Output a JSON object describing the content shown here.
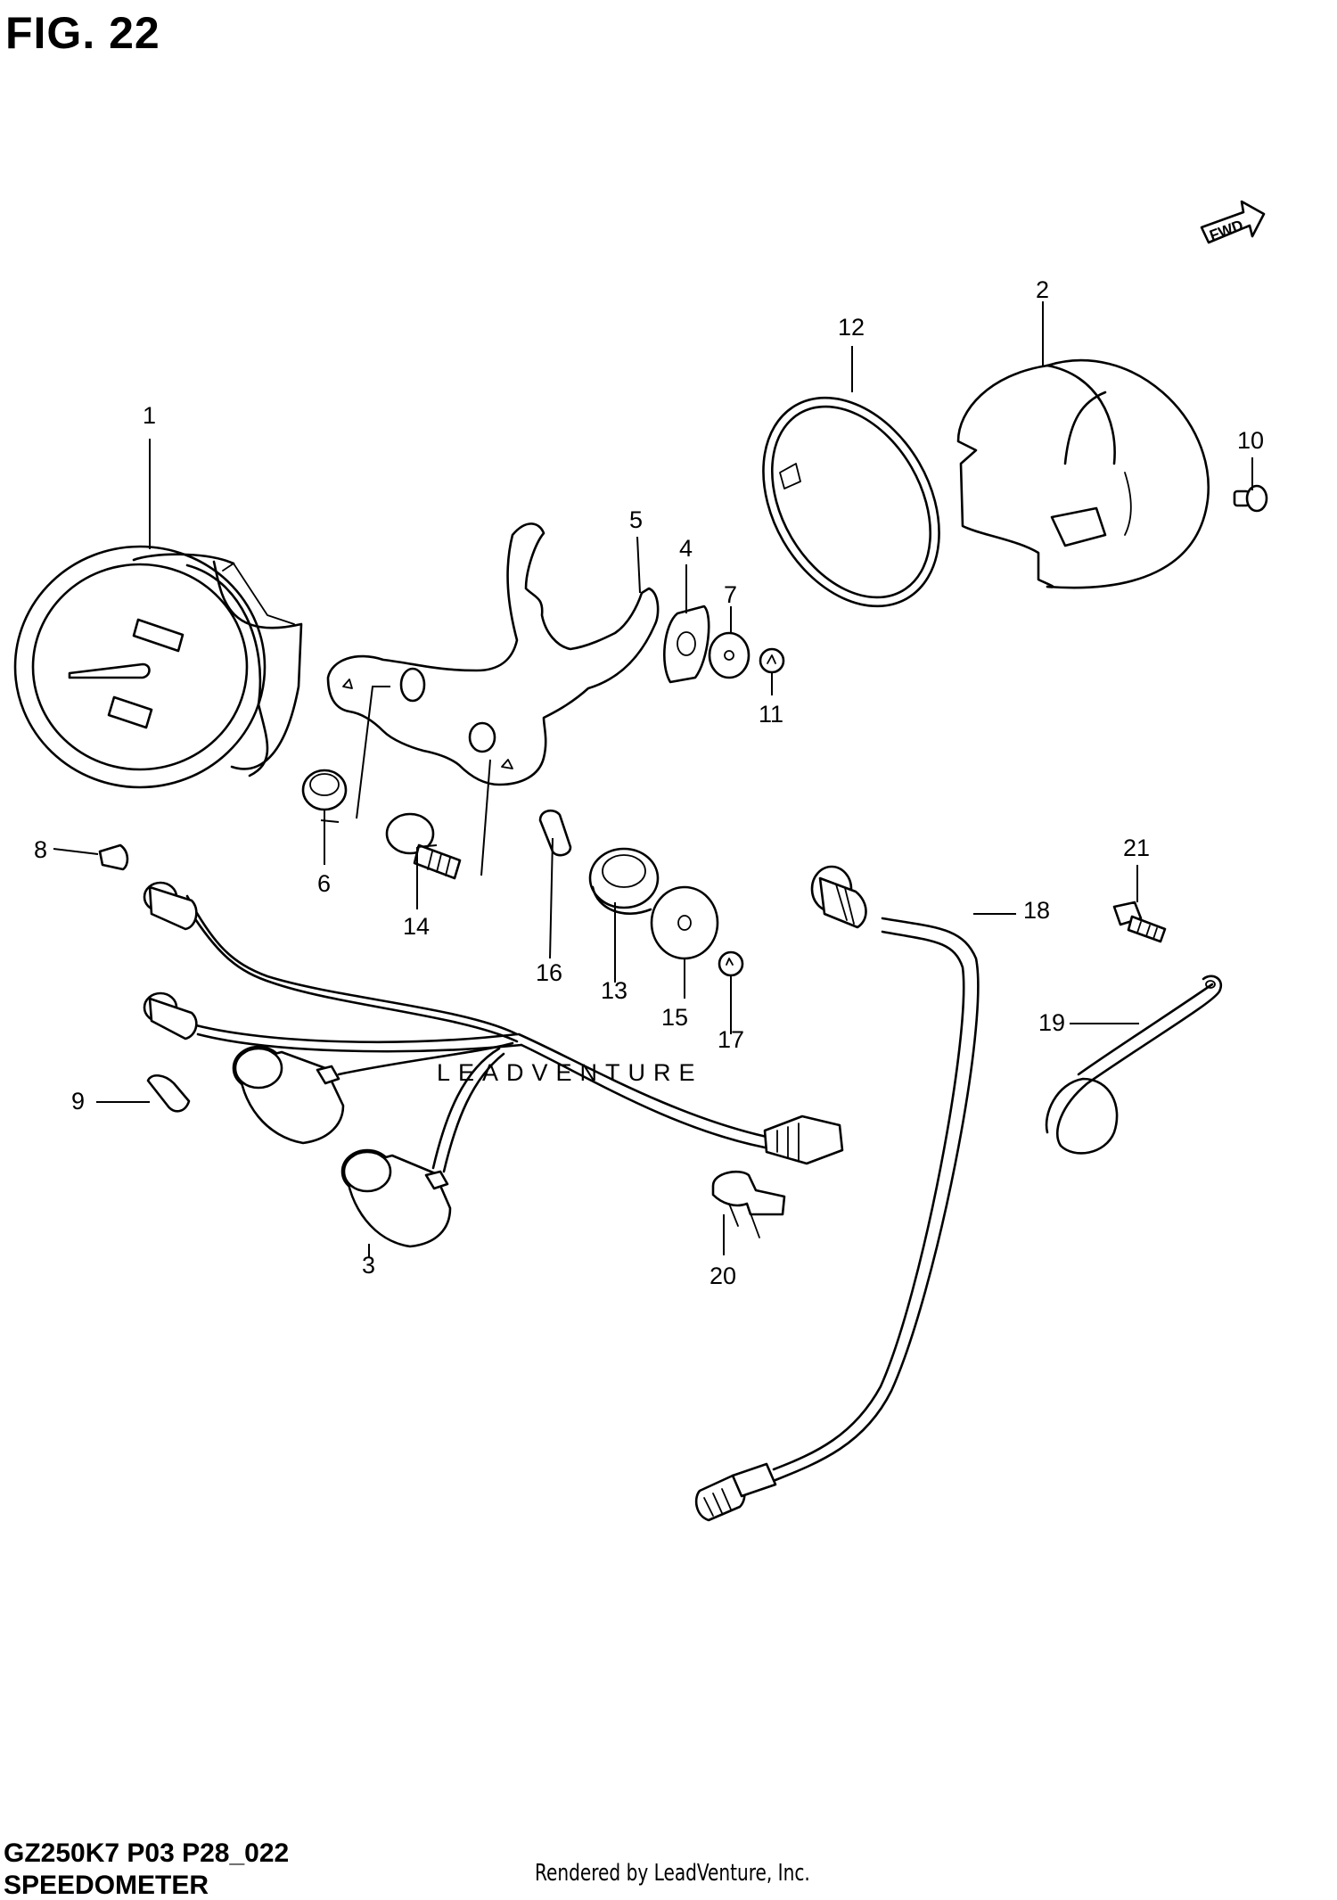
{
  "figure": {
    "title": "FIG. 22",
    "direction_badge": "FWD",
    "watermark": "LEADVENTURE"
  },
  "callouts": [
    {
      "id": "1",
      "part": "speedometer-assembly"
    },
    {
      "id": "2",
      "part": "speedometer-case"
    },
    {
      "id": "3",
      "part": "socket-lead"
    },
    {
      "id": "4",
      "part": "cushion"
    },
    {
      "id": "5",
      "part": "bracket"
    },
    {
      "id": "6",
      "part": "cushion"
    },
    {
      "id": "7",
      "part": "washer"
    },
    {
      "id": "8",
      "part": "bulb"
    },
    {
      "id": "9",
      "part": "bulb"
    },
    {
      "id": "10",
      "part": "screw"
    },
    {
      "id": "11",
      "part": "nut"
    },
    {
      "id": "12",
      "part": "ring"
    },
    {
      "id": "13",
      "part": "cushion"
    },
    {
      "id": "14",
      "part": "bolt"
    },
    {
      "id": "15",
      "part": "washer"
    },
    {
      "id": "16",
      "part": "spacer"
    },
    {
      "id": "17",
      "part": "nut"
    },
    {
      "id": "18",
      "part": "speedometer-cable"
    },
    {
      "id": "19",
      "part": "spring"
    },
    {
      "id": "20",
      "part": "clamp"
    },
    {
      "id": "21",
      "part": "bolt"
    }
  ],
  "footer": {
    "code": "GZ250K7 P03 P28_022",
    "name": "SPEEDOMETER",
    "credit": "Rendered by LeadVenture, Inc."
  }
}
